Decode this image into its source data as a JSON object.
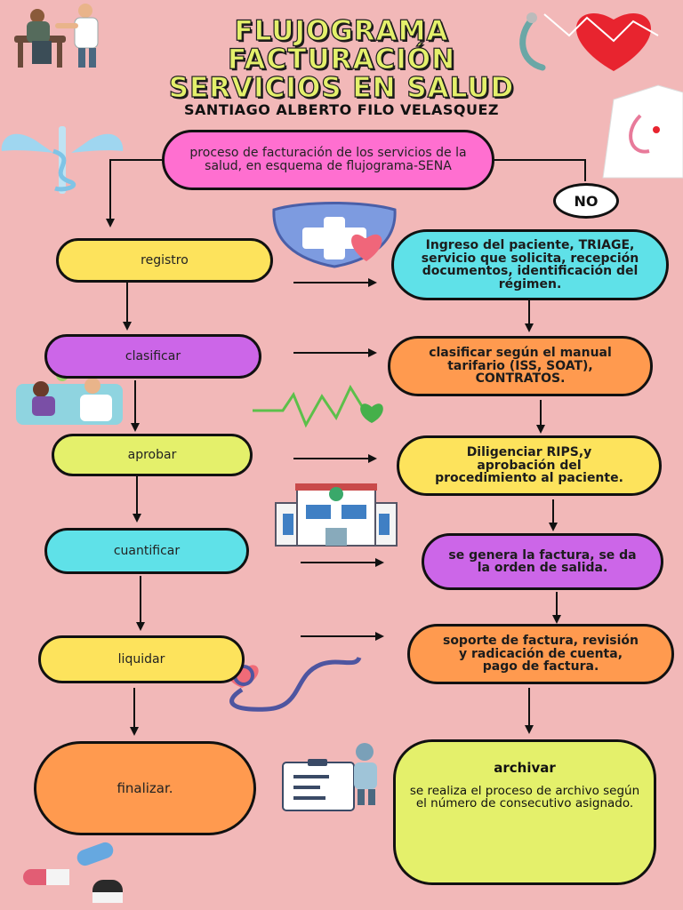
{
  "title": {
    "line1": "FLUJOGRAMA",
    "line2": "FACTURACIÓN",
    "line3": "SERVICIOS EN SALUD"
  },
  "author": "SANTIAGO ALBERTO FILO VELASQUEZ",
  "start": "proceso de facturación de los servicios de la salud, en esquema de flujograma-SENA",
  "no_label": "NO",
  "steps_left": [
    {
      "label": "registro"
    },
    {
      "label": "clasificar"
    },
    {
      "label": "aprobar"
    },
    {
      "label": "cuantificar"
    },
    {
      "label": "liquidar"
    },
    {
      "label": "finalizar."
    }
  ],
  "steps_right": [
    {
      "label": "Ingreso del paciente, TRIAGE, servicio que solicita, recepción documentos, identificación del régimen."
    },
    {
      "label": "clasificar según el manual tarifario (ISS, SOAT), CONTRATOS."
    },
    {
      "label": "Diligenciar RIPS,y aprobación del procedimiento al paciente."
    },
    {
      "label": "se genera la factura, se da la orden de salida."
    },
    {
      "label": "soporte de factura, revisión y radicación de cuenta, pago de factura."
    }
  ],
  "archive": {
    "title": "archivar",
    "text": "se realiza el proceso de archivo según el número de consecutivo asignado."
  },
  "colors": {
    "background": "#f2b8b8",
    "yellow": "#fde35c",
    "purple": "#cc66e8",
    "lime": "#e4f06b",
    "cyan": "#5fe1e8",
    "orange": "#ff9a4f",
    "pink": "#ff6fd0"
  },
  "icons": {
    "top_left": "doctor-patient-icon",
    "top_right": "stethoscope-heart-icon",
    "caduceus": "caduceus-icon",
    "shield": "medical-shield-icon",
    "consultation": "consultation-icon",
    "heartbeat": "heartbeat-line-icon",
    "hospital": "hospital-building-icon",
    "stethoscope": "stethoscope-icon",
    "clipboard": "medical-report-icon",
    "pills": "pills-icon"
  }
}
